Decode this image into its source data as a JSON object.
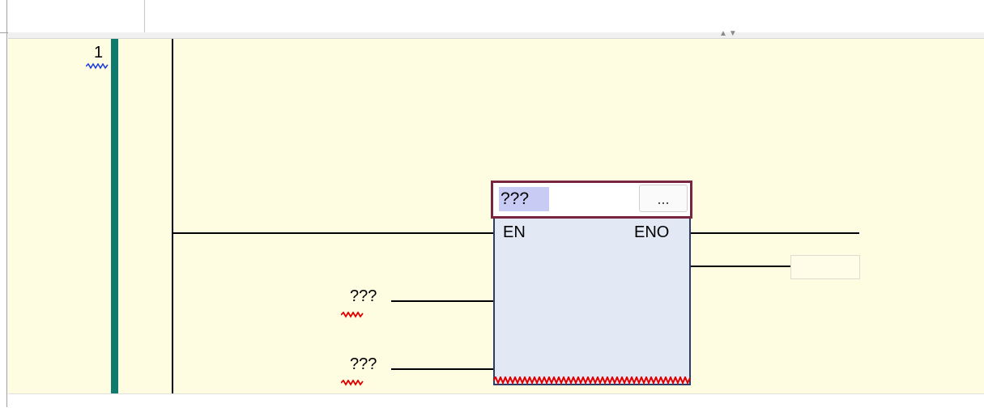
{
  "rung": {
    "number": "1"
  },
  "function_block": {
    "name": "???",
    "browse_label": "...",
    "pins": {
      "en": "EN",
      "eno": "ENO"
    }
  },
  "inputs": [
    {
      "label": "???"
    },
    {
      "label": "???"
    }
  ],
  "output": {
    "value": ""
  },
  "colors": {
    "editor_background": "#fffde1",
    "power_rail": "#107a6e",
    "block_fill": "#e3e8f5",
    "block_header_border": "#7a2540",
    "error_squiggle": "#e00000",
    "info_squiggle": "#1a3cd8"
  }
}
